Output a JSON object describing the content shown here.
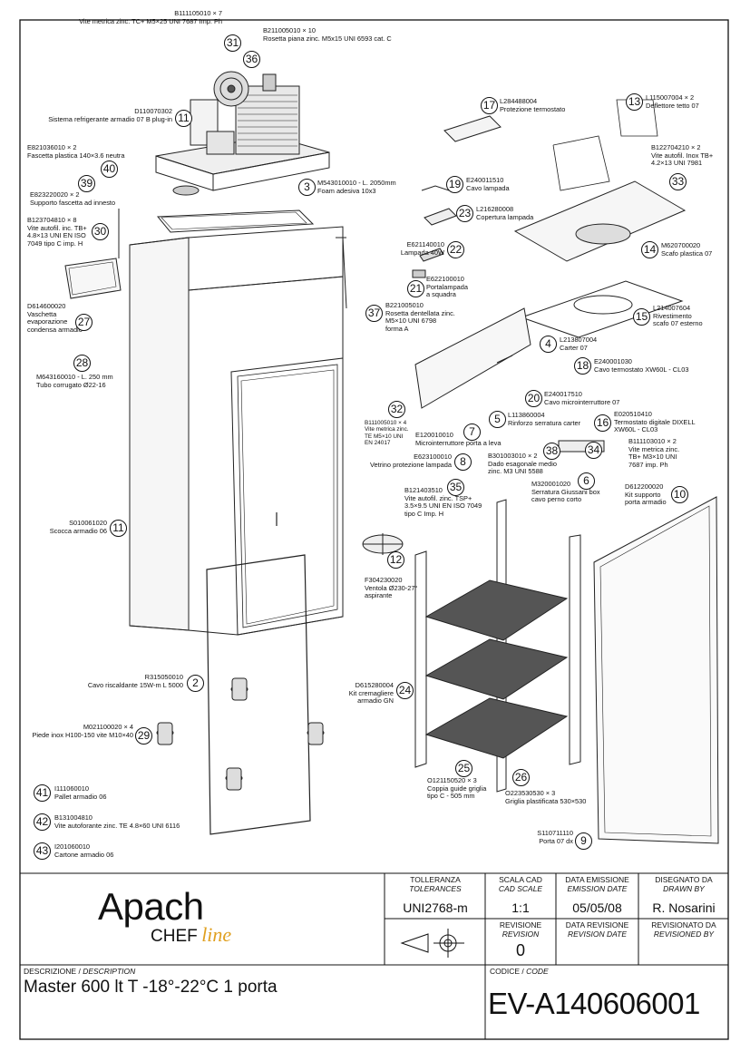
{
  "drawing": {
    "parts": [
      {
        "num": "31",
        "code": "B111105010 × 7",
        "desc": "Vite metrica zinc. TC+ M5×25 UNI 7687 Imp. Ph"
      },
      {
        "num": "36",
        "code": "B211005010 × 10",
        "desc": "Rosetta piana zinc. M5x15 UNI 6593 cat. C"
      },
      {
        "num": "11",
        "code": "D110070302",
        "desc": "Sistema refrigerante armadio 07 B plug-in"
      },
      {
        "num": "40",
        "code": "E821036010 × 2",
        "desc": "Fascetta plastica 140×3.6 neutra"
      },
      {
        "num": "39",
        "code": "E823220020 × 2",
        "desc": "Supporto fascetta ad innesto"
      },
      {
        "num": "3",
        "code": "M543010010 - L. 2050mm",
        "desc": "Foam adesiva 10x3"
      },
      {
        "num": "30",
        "code": "B123704810 × 8",
        "desc": "Vite autofil. inc. TB+\n4.8×13 UNI EN ISO\n7049 tipo C imp. H"
      },
      {
        "num": "27",
        "code": "D614600020",
        "desc": "Vaschetta\nevaporazione\ncondensa armadio"
      },
      {
        "num": "28",
        "code": "M643160010 - L. 250 mm",
        "desc": "Tubo corrugato Ø22-16"
      },
      {
        "num": "11",
        "code": "S010061020",
        "desc": "Scocca armadio 06"
      },
      {
        "num": "2",
        "code": "R315050010",
        "desc": "Cavo riscaldante 15W-m L 5000"
      },
      {
        "num": "29",
        "code": "M021100020 × 4",
        "desc": "Piede inox H100-150 vite M10×40"
      },
      {
        "num": "41",
        "code": "I111060010",
        "desc": "Pallet armadio 06"
      },
      {
        "num": "42",
        "code": "B131004810",
        "desc": "Vite autoforante zinc. TE 4.8×60 UNI 6116"
      },
      {
        "num": "43",
        "code": "I201060010",
        "desc": "Cartone armadio 06"
      },
      {
        "num": "17",
        "code": "L284488004",
        "desc": "Protezione termostato"
      },
      {
        "num": "13",
        "code": "L115007004 × 2",
        "desc": "Deflettore tetto 07"
      },
      {
        "num": "33",
        "code": "B122704210 × 2",
        "desc": "Vite autofil. Inox TB+\n4.2×13 UNI 7981"
      },
      {
        "num": "19",
        "code": "E240011510",
        "desc": "Cavo lampada"
      },
      {
        "num": "23",
        "code": "L216280008",
        "desc": "Copertura lampada"
      },
      {
        "num": "22",
        "code": "E621140010",
        "desc": "Lampada 40W"
      },
      {
        "num": "14",
        "code": "M620700020",
        "desc": "Scafo plastica 07"
      },
      {
        "num": "21",
        "code": "E622100010",
        "desc": "Portalampada\na squadra"
      },
      {
        "num": "15",
        "code": "L214007604",
        "desc": "Rivestimento\nscafo 07 esterno"
      },
      {
        "num": "37",
        "code": "B221005010",
        "desc": "Rosetta dentellata zinc.\nM5×10 UNI 6798\nforma A"
      },
      {
        "num": "4",
        "code": "L213807004",
        "desc": "Carter 07"
      },
      {
        "num": "18",
        "code": "E240001030",
        "desc": "Cavo termostato XW60L - CL03"
      },
      {
        "num": "20",
        "code": "E240017510",
        "desc": "Cavo microinterruttore 07"
      },
      {
        "num": "32",
        "code": "B111005010 × 4",
        "desc": "Vite metrica zinc.\nTE M5×10 UNI\nEN 24017"
      },
      {
        "num": "5",
        "code": "L113860004",
        "desc": "Rinforzo serratura carter"
      },
      {
        "num": "16",
        "code": "E020510410",
        "desc": "Termostato digitale DIXELL\nXW60L - CL03"
      },
      {
        "num": "7",
        "code": "E120010010",
        "desc": "Microinterruttore porta a leva"
      },
      {
        "num": "34",
        "code": "B111103010 × 2",
        "desc": "Vite metrica zinc.\nTB+ M3×10 UNI\n7687 imp. Ph"
      },
      {
        "num": "8",
        "code": "E623100010",
        "desc": "Vetrino protezione lampada"
      },
      {
        "num": "38",
        "code": "B301003010 × 2",
        "desc": "Dado esagonale medio\nzinc. M3 UNI 5588"
      },
      {
        "num": "6",
        "code": "M320001020",
        "desc": "Serratura Giussani box\ncavo perno corto"
      },
      {
        "num": "10",
        "code": "D612200020",
        "desc": "Kit supporto\nporta armadio"
      },
      {
        "num": "35",
        "code": "B121403510",
        "desc": "Vite autofil. zinc. TSP+\n3.5×9.5 UNI EN ISO 7049\ntipo C Imp. H"
      },
      {
        "num": "12",
        "code": "F304230020",
        "desc": "Ventola Ø230-27°\naspirante"
      },
      {
        "num": "24",
        "code": "D615280004",
        "desc": "Kit cremagliere\narmadio GN"
      },
      {
        "num": "25",
        "code": "O121150520 × 3",
        "desc": "Coppia guide griglia\ntipo C - 505 mm"
      },
      {
        "num": "26",
        "code": "O223530530 × 3",
        "desc": "Griglia plastificata 530×530"
      },
      {
        "num": "9",
        "code": "S110711110",
        "desc": "Porta 07 dx"
      }
    ]
  },
  "titleblock": {
    "logo_main": "Apach",
    "logo_chef": "CHEF",
    "logo_line": "line",
    "tol_label": "TOLLERANZA",
    "tol_label_en": "TOLERANCES",
    "tol_value": "UNI2768-m",
    "scale_label": "SCALA CAD",
    "scale_label_en": "CAD SCALE",
    "scale_value": "1:1",
    "date_label": "DATA EMISSIONE",
    "date_label_en": "EMISSION DATE",
    "date_value": "05/05/08",
    "drawn_label": "DISEGNATO DA",
    "drawn_label_en": "DRAWN BY",
    "drawn_value": "R. Nosarini",
    "rev_label": "REVISIONE",
    "rev_label_en": "REVISION",
    "rev_value": "0",
    "revdate_label": "DATA REVISIONE",
    "revdate_label_en": "REVISION DATE",
    "revby_label": "REVISIONATO DA",
    "revby_label_en": "REVISIONED BY",
    "desc_label": "DESCRIZIONE / ",
    "desc_label_en": "DESCRIPTION",
    "desc_value": "Master 600 lt T -18°-22°C 1 porta",
    "code_label": "CODICE / ",
    "code_label_en": "CODE",
    "code_value": "EV-A140606001"
  }
}
